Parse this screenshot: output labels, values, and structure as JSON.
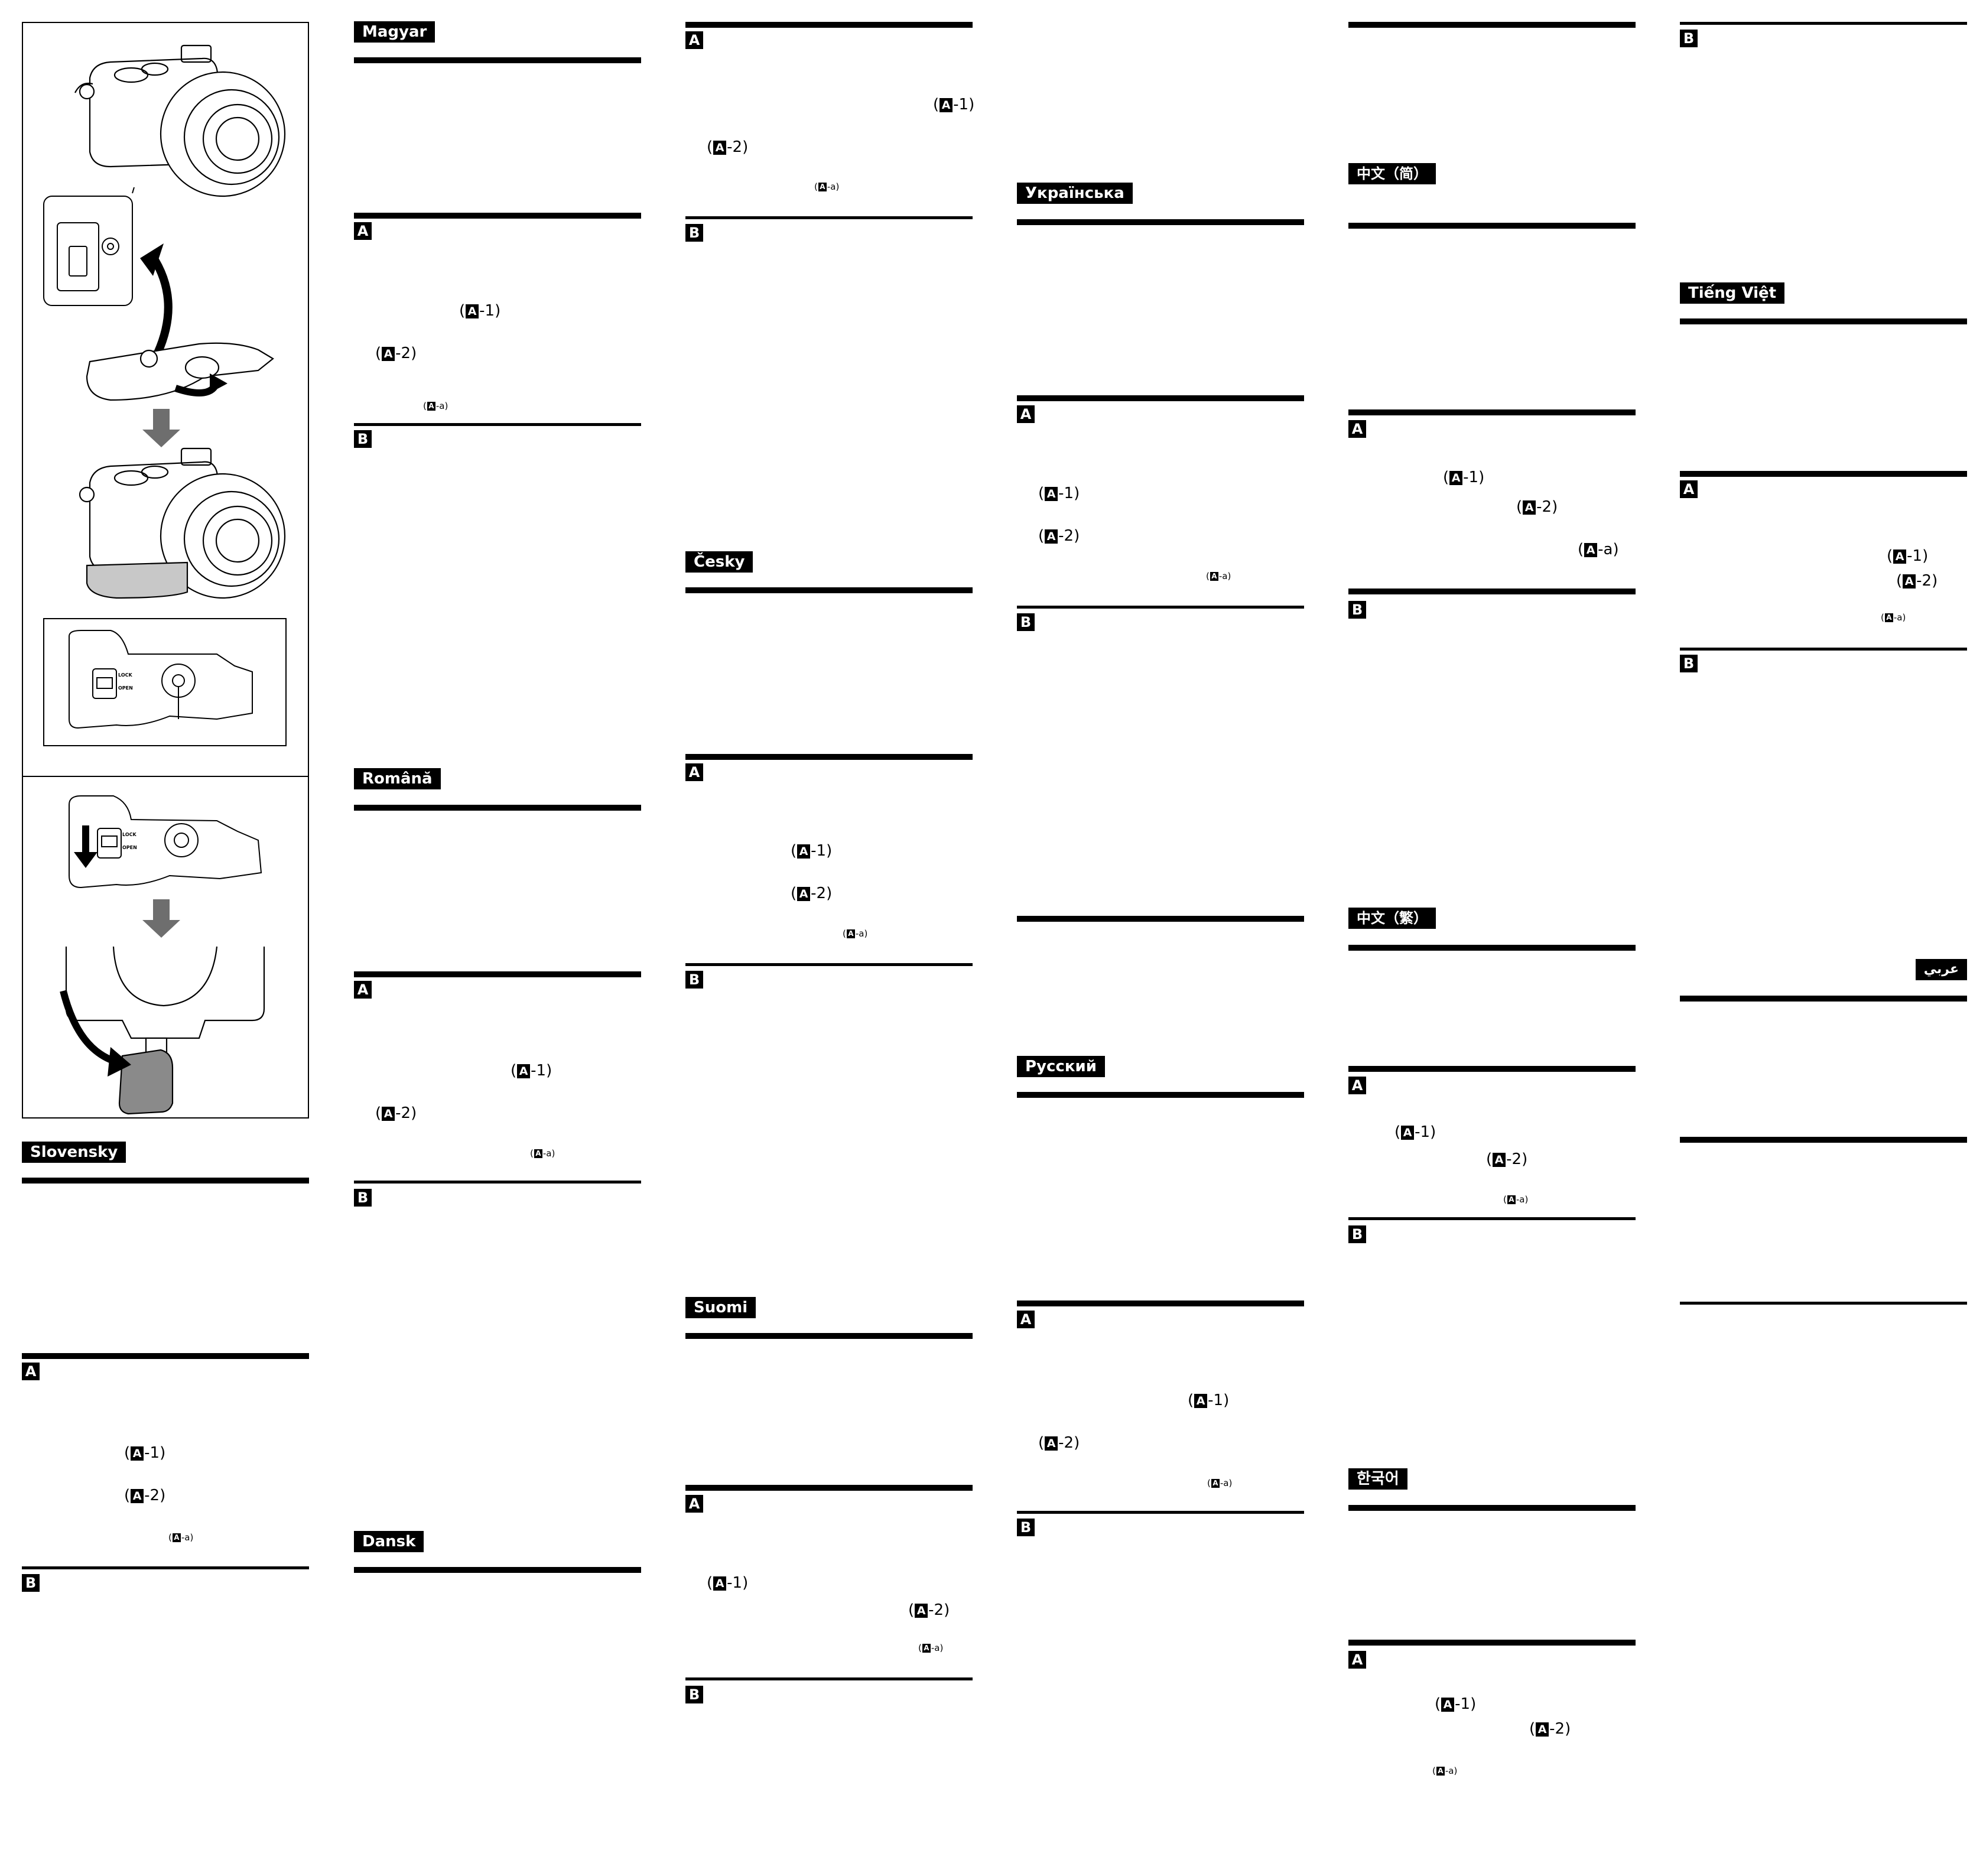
{
  "languages": {
    "slovensky": "Slovensky",
    "magyar": "Magyar",
    "romana": "Română",
    "dansk": "Dansk",
    "cesky": "Česky",
    "suomi": "Suomi",
    "ukrainska": "Українська",
    "russkiy": "Русский",
    "zh_simplified": "中文（简）",
    "zh_traditional": "中文（繁）",
    "korean": "한국어",
    "tieng_viet": "Tiếng Việt",
    "arabic": "عربي"
  },
  "markers": {
    "a": "A",
    "b": "B"
  },
  "refs": {
    "a1": "-1",
    "a2": "-2",
    "aa": "-a",
    "open": "(",
    "close": ")"
  },
  "figure": {
    "lock_label": "LOCK",
    "open_label": "OPEN"
  }
}
